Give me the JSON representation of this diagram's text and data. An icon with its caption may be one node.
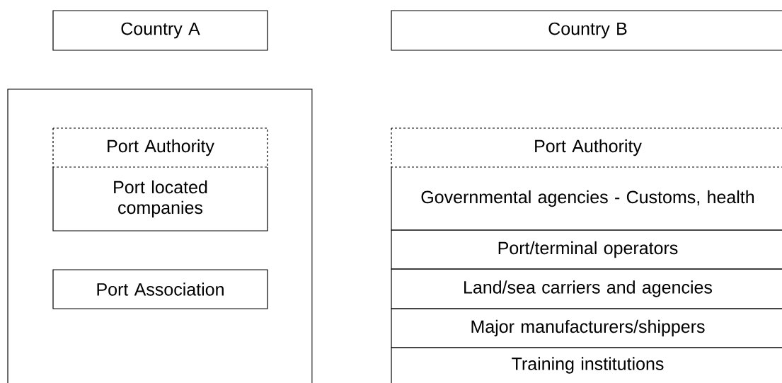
{
  "diagram": {
    "nodes": [
      {
        "text": [
          "Country A"
        ]
      },
      {
        "text": [
          "Country B"
        ]
      },
      {
        "text": [],
        "shape": "box"
      },
      {
        "text": [
          "Port Authority"
        ],
        "in": 2
      },
      {
        "text": [
          "Port located companies"
        ],
        "in": 2
      },
      {
        "text": [
          "Port Association"
        ],
        "in": 2
      },
      {
        "text": [
          "Port Authority"
        ]
      },
      {
        "text": [
          "Governmental agencies - Customs, health"
        ]
      },
      {
        "text": [
          "Port/terminal operators"
        ]
      },
      {
        "text": [
          "Land/sea carriers and agencies"
        ]
      },
      {
        "text": [
          "Major manufacturers/shippers"
        ]
      },
      {
        "text": [
          "Training institutions"
        ]
      }
    ]
  }
}
